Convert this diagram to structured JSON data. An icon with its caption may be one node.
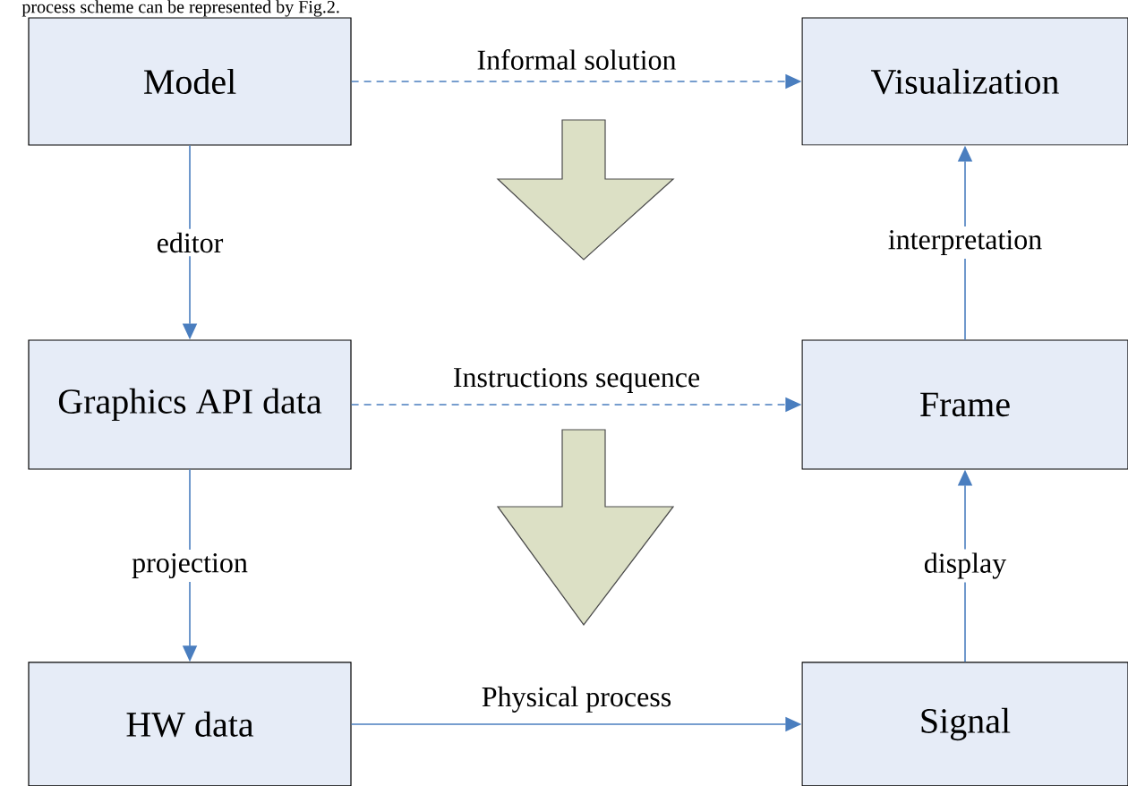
{
  "diagram": {
    "nodes": [
      {
        "text": [
          "Model"
        ]
      },
      {
        "text": [
          "Visualization"
        ]
      },
      {
        "text": [
          "Graphics API data"
        ]
      },
      {
        "text": [
          "Frame"
        ]
      },
      {
        "text": [
          "HW data"
        ]
      },
      {
        "text": [
          "Signal"
        ]
      }
    ],
    "edges": [
      {
        "from": 0,
        "to": 1,
        "arrow": "to",
        "label": "Informal solution",
        "style": "dashed"
      },
      {
        "from": 0,
        "to": 2,
        "arrow": "to",
        "label": "editor"
      },
      {
        "from": 2,
        "to": 3,
        "arrow": "to",
        "label": "Instructions sequence",
        "style": "dashed"
      },
      {
        "from": 2,
        "to": 4,
        "arrow": "to",
        "label": "projection"
      },
      {
        "from": 4,
        "to": 5,
        "arrow": "to",
        "label": "Physical process"
      },
      {
        "from": 5,
        "to": 3,
        "arrow": "to",
        "label": "display"
      },
      {
        "from": 3,
        "to": 1,
        "arrow": "to",
        "label": "interpretation"
      }
    ],
    "labels": [
      "process scheme can be represented by Fig.2."
    ]
  }
}
